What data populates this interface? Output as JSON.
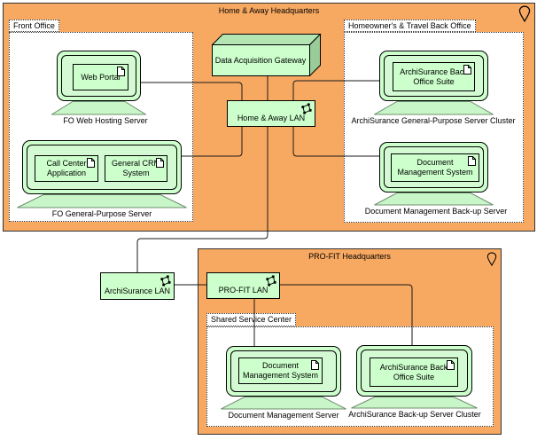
{
  "locations": {
    "home_away": {
      "title": "Home & Away Headquarters"
    },
    "pro_fit": {
      "title": "PRO-FIT Headquarters"
    }
  },
  "groups": {
    "front_office": {
      "label": "Front Office"
    },
    "homeowners_back_office": {
      "label": "Homeowner's & Travel Back Office"
    },
    "shared_service_center": {
      "label": "Shared Service Center"
    }
  },
  "networks": {
    "home_away_lan": {
      "label": "Home & Away LAN"
    },
    "archisurance_lan": {
      "label": "ArchiSurance LAN"
    },
    "pro_fit_lan": {
      "label": "PRO-FIT LAN"
    }
  },
  "nodes": {
    "data_acquisition_gateway": {
      "label": "Data Acquisition Gateway"
    }
  },
  "devices": {
    "fo_web_hosting": {
      "label": "FO Web Hosting Server",
      "apps": {
        "web_portal": "Web Portal"
      }
    },
    "fo_general_purpose": {
      "label": "FO General-Purpose Server",
      "apps": {
        "call_center": "Call Center Application",
        "crm": "General CRM System"
      }
    },
    "archisurance_cluster": {
      "label": "ArchiSurance General-Purpose Server Cluster",
      "apps": {
        "back_office_suite": "ArchiSurance Back Office Suite"
      }
    },
    "doc_backup": {
      "label": "Document Management Back-up Server",
      "apps": {
        "dms": "Document Management System"
      }
    },
    "doc_server": {
      "label": "Document Management Server",
      "apps": {
        "dms": "Document Management System"
      }
    },
    "archisurance_backup_cluster": {
      "label": "ArchiSurance Back-up Server Cluster",
      "apps": {
        "back_office_suite": "ArchiSurance Back Office Suite"
      }
    }
  },
  "icons": {
    "location_pin": "location-pin",
    "network": "communication-network",
    "artifact": "document-artifact"
  },
  "colors": {
    "location_fill": "#F7A861",
    "element_fill": "#CCFFCC",
    "node_top_fill": "#B3E6B3",
    "node_side_fill": "#99CC99",
    "line": "#1A1A1A"
  }
}
